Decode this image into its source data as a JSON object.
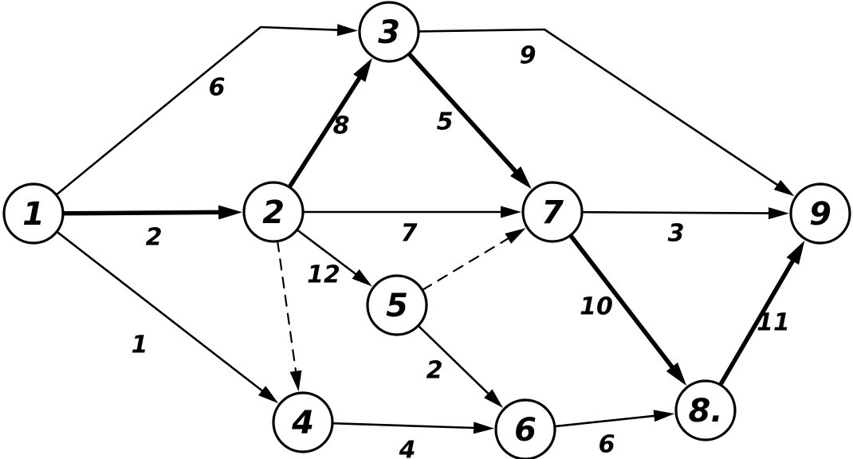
{
  "diagram": {
    "type": "network-graph",
    "nodes": [
      {
        "id": "1",
        "label": "1"
      },
      {
        "id": "2",
        "label": "2"
      },
      {
        "id": "3",
        "label": "3"
      },
      {
        "id": "4",
        "label": "4"
      },
      {
        "id": "5",
        "label": "5"
      },
      {
        "id": "6",
        "label": "6"
      },
      {
        "id": "7",
        "label": "7"
      },
      {
        "id": "8",
        "label": "8."
      },
      {
        "id": "9",
        "label": "9"
      }
    ],
    "edges": [
      {
        "from": "1",
        "to": "3",
        "label": "6",
        "style": "thin"
      },
      {
        "from": "1",
        "to": "2",
        "label": "2",
        "style": "bold"
      },
      {
        "from": "1",
        "to": "4",
        "label": "1",
        "style": "thin"
      },
      {
        "from": "2",
        "to": "3",
        "label": "8",
        "style": "bold"
      },
      {
        "from": "2",
        "to": "7",
        "label": "7",
        "style": "thin"
      },
      {
        "from": "2",
        "to": "5",
        "label": "12",
        "style": "thin"
      },
      {
        "from": "2",
        "to": "4",
        "label": "",
        "style": "dashed"
      },
      {
        "from": "3",
        "to": "7",
        "label": "5",
        "style": "bold"
      },
      {
        "from": "3",
        "to": "9",
        "label": "9",
        "style": "thin"
      },
      {
        "from": "5",
        "to": "7",
        "label": "",
        "style": "dashed"
      },
      {
        "from": "5",
        "to": "6",
        "label": "2",
        "style": "thin"
      },
      {
        "from": "4",
        "to": "6",
        "label": "4",
        "style": "thin"
      },
      {
        "from": "7",
        "to": "9",
        "label": "3",
        "style": "thin"
      },
      {
        "from": "7",
        "to": "8",
        "label": "10",
        "style": "bold"
      },
      {
        "from": "6",
        "to": "8",
        "label": "6",
        "style": "thin"
      },
      {
        "from": "8",
        "to": "9",
        "label": "11",
        "style": "bold"
      }
    ]
  }
}
